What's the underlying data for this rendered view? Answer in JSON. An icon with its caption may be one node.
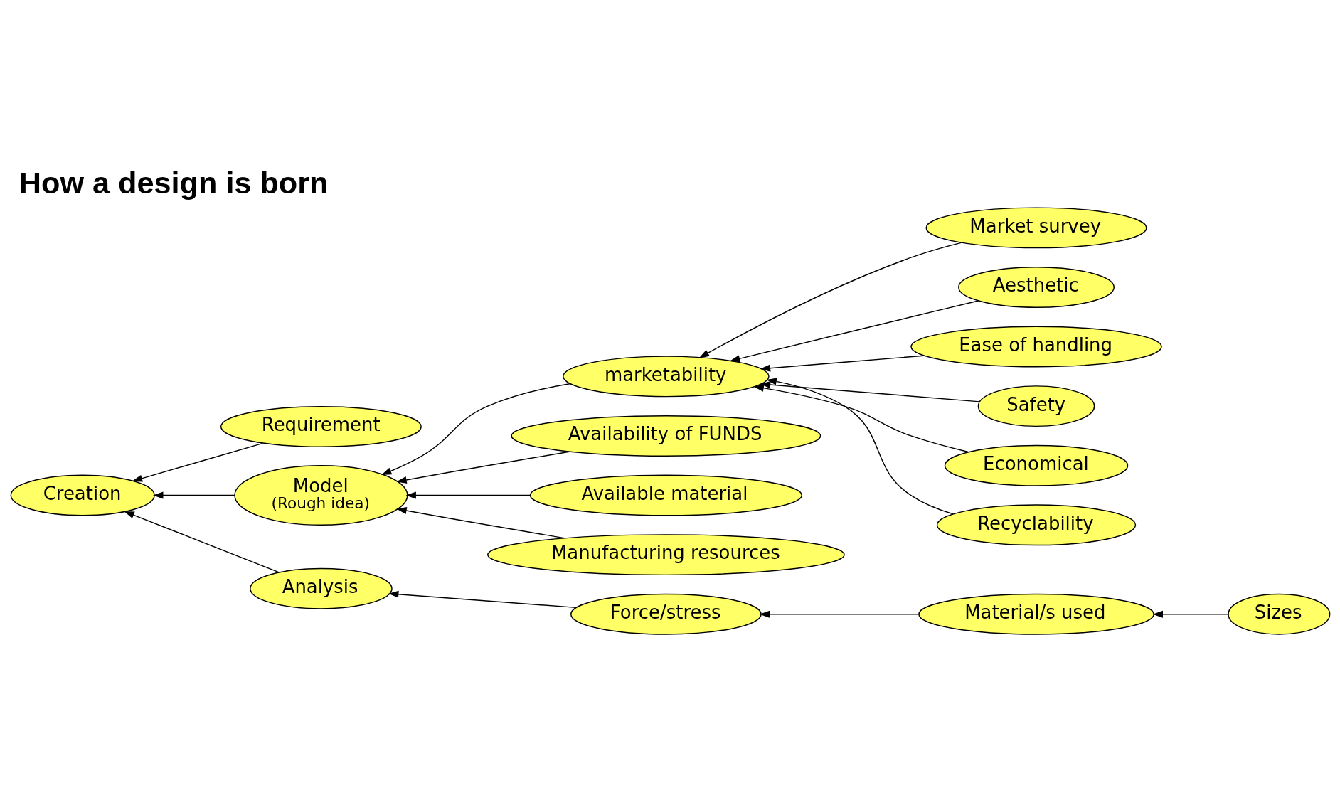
{
  "diagram": {
    "title": "How a design is born",
    "nodes": [
      {
        "text": [
          "Creation"
        ]
      },
      {
        "text": [
          "Requirement"
        ]
      },
      {
        "text": [
          "Model",
          "(Rough idea)"
        ]
      },
      {
        "text": [
          "marketability"
        ]
      },
      {
        "text": [
          "Availability of FUNDS"
        ]
      },
      {
        "text": [
          "Available material"
        ]
      },
      {
        "text": [
          "Manufacturing resources"
        ]
      },
      {
        "text": [
          "Market survey"
        ]
      },
      {
        "text": [
          "Aesthetic"
        ]
      },
      {
        "text": [
          "Ease of handling"
        ]
      },
      {
        "text": [
          "Safety"
        ]
      },
      {
        "text": [
          "Economical"
        ]
      },
      {
        "text": [
          "Recyclability"
        ]
      },
      {
        "text": [
          "Analysis"
        ]
      },
      {
        "text": [
          "Force/stress"
        ]
      },
      {
        "text": [
          "Material/s used"
        ]
      },
      {
        "text": [
          "Sizes"
        ]
      }
    ],
    "edges": [
      {
        "from": 1,
        "to": 0,
        "arrow": "to"
      },
      {
        "from": 2,
        "to": 0,
        "arrow": "to"
      },
      {
        "from": 13,
        "to": 0,
        "arrow": "to"
      },
      {
        "from": 3,
        "to": 2,
        "arrow": "to"
      },
      {
        "from": 4,
        "to": 2,
        "arrow": "to"
      },
      {
        "from": 5,
        "to": 2,
        "arrow": "to"
      },
      {
        "from": 6,
        "to": 2,
        "arrow": "to"
      },
      {
        "from": 7,
        "to": 3,
        "arrow": "to"
      },
      {
        "from": 8,
        "to": 3,
        "arrow": "to"
      },
      {
        "from": 9,
        "to": 3,
        "arrow": "to"
      },
      {
        "from": 10,
        "to": 3,
        "arrow": "to"
      },
      {
        "from": 11,
        "to": 3,
        "arrow": "to"
      },
      {
        "from": 12,
        "to": 3,
        "arrow": "to"
      },
      {
        "from": 16,
        "to": 15,
        "arrow": "to"
      },
      {
        "from": 15,
        "to": 14,
        "arrow": "to"
      },
      {
        "from": 14,
        "to": 13,
        "arrow": "to"
      }
    ]
  }
}
